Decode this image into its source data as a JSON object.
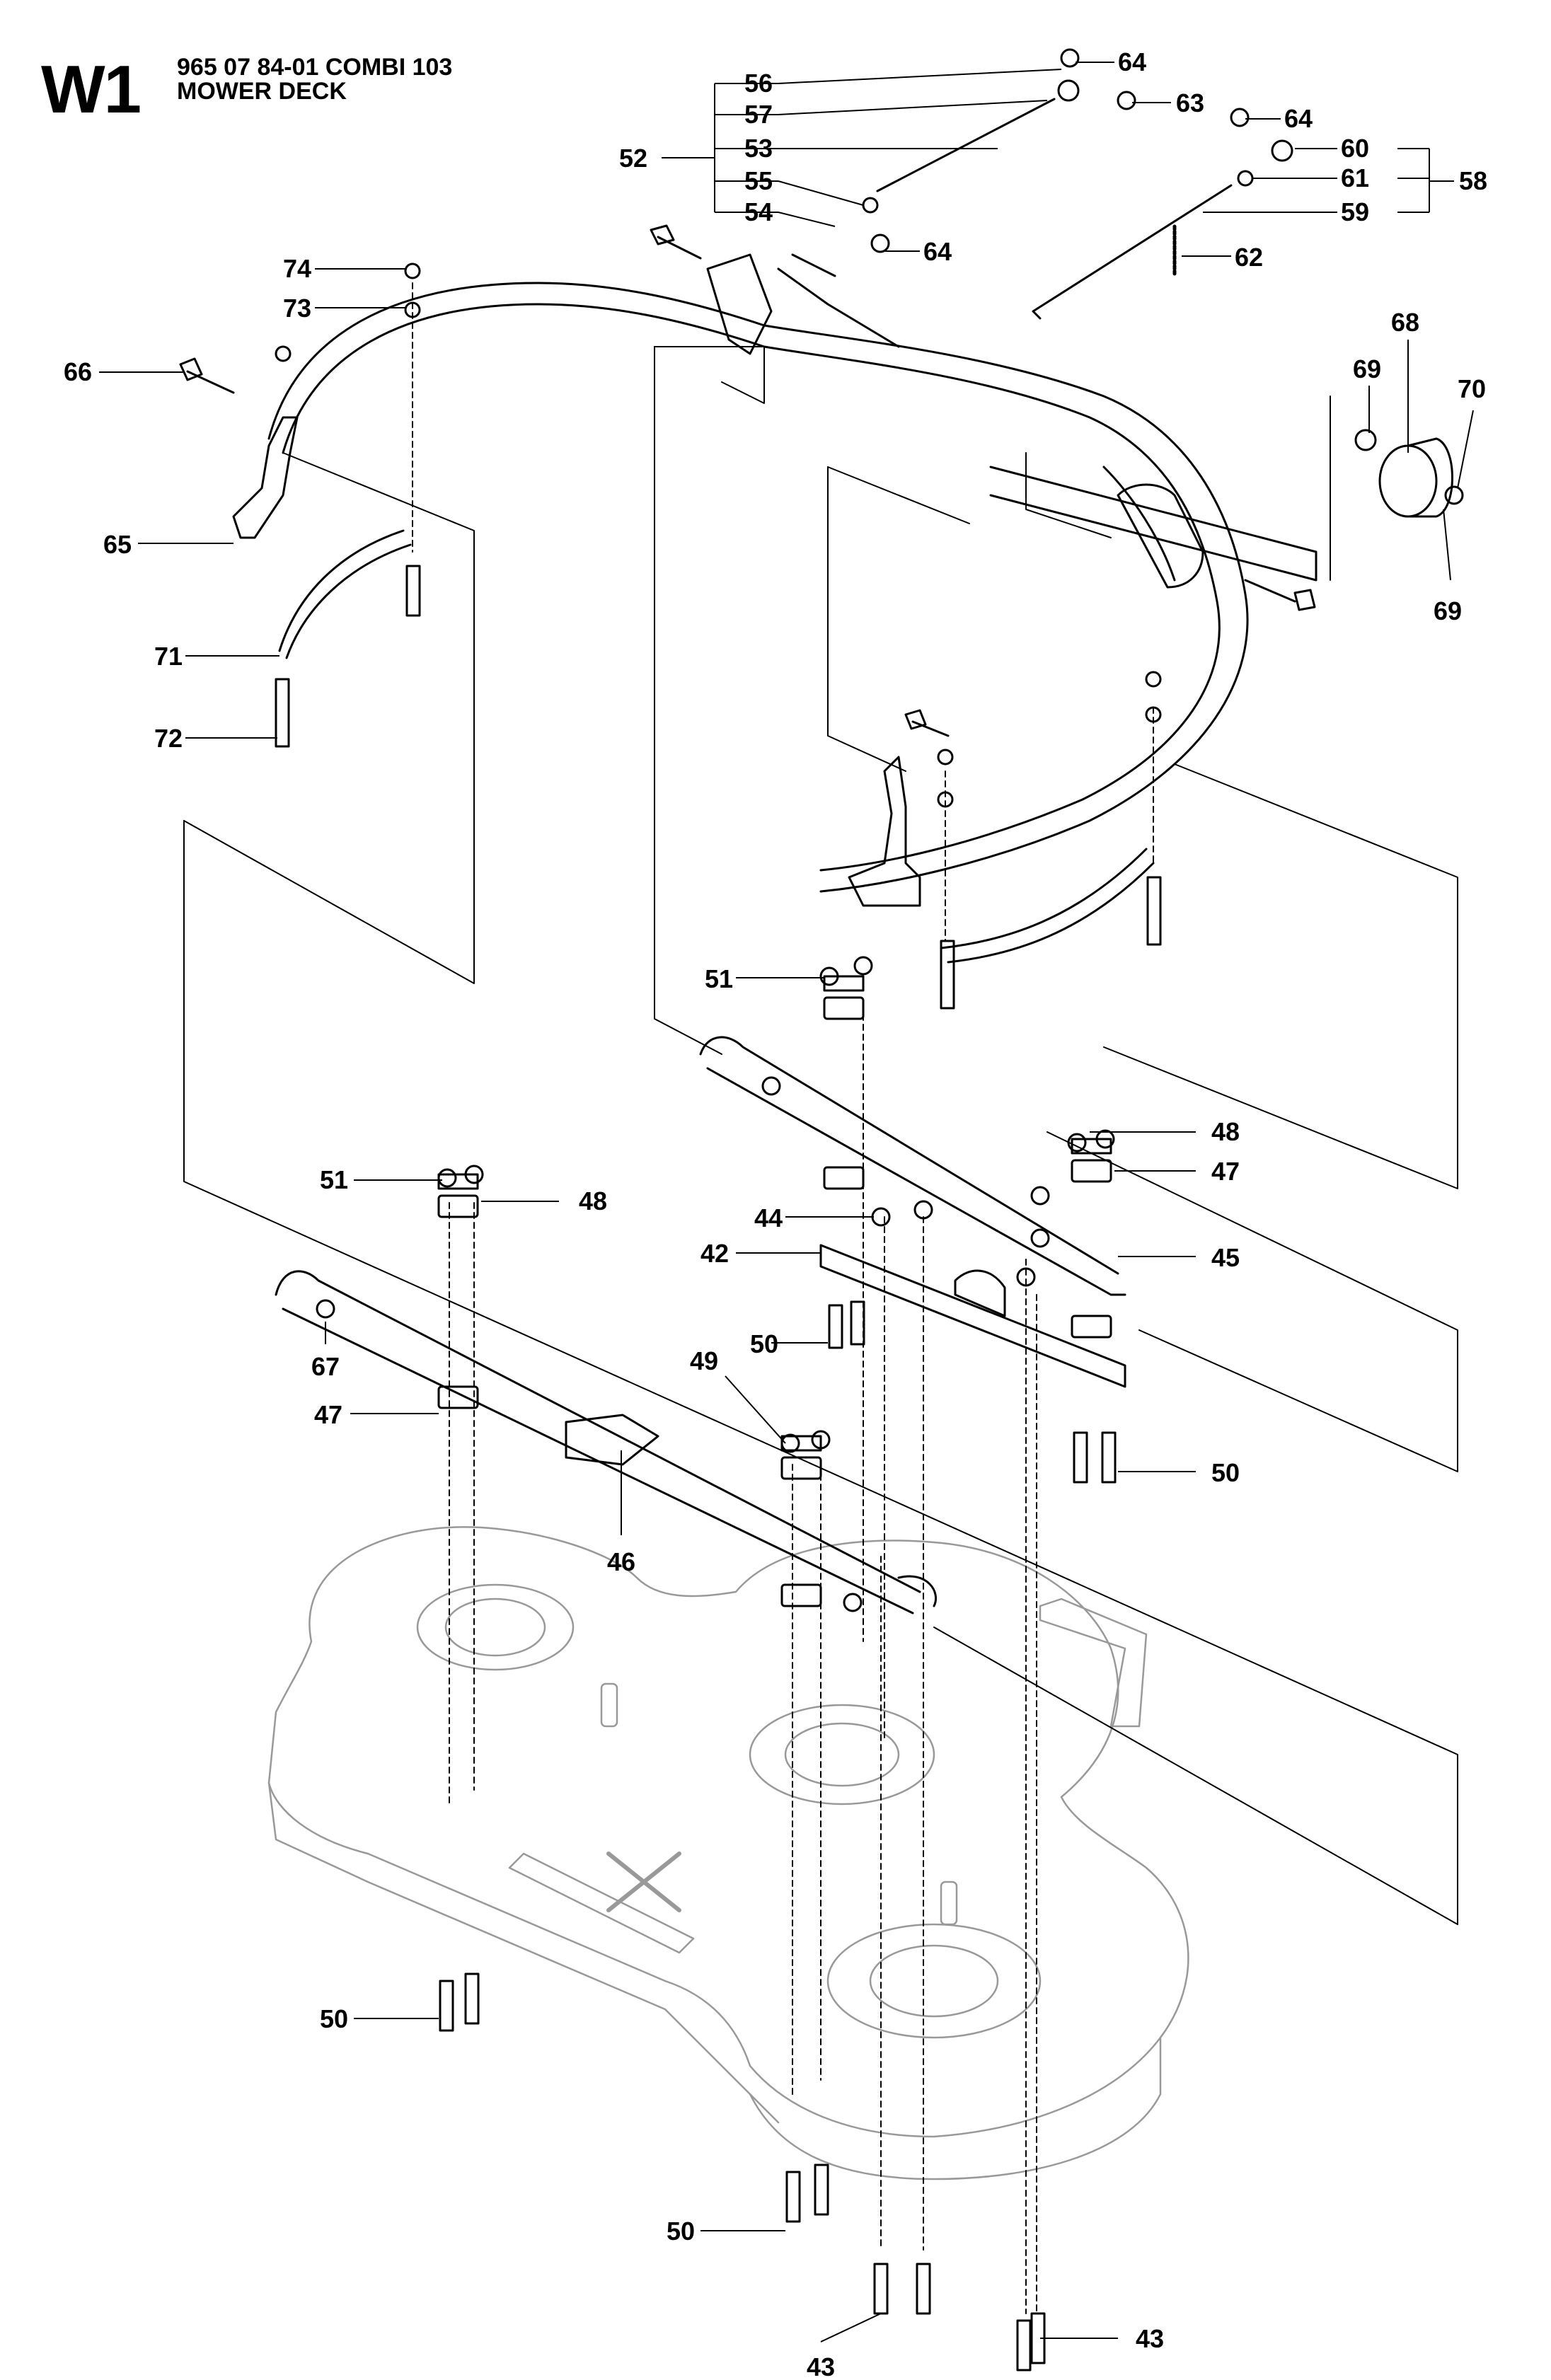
{
  "header": {
    "page_code": "W1",
    "part_line": "965 07 84-01 COMBI 103",
    "section_title": "MOWER DECK"
  },
  "callouts": [
    {
      "id": "c56",
      "label": "56"
    },
    {
      "id": "c57",
      "label": "57"
    },
    {
      "id": "c53",
      "label": "53"
    },
    {
      "id": "c55",
      "label": "55"
    },
    {
      "id": "c54",
      "label": "54"
    },
    {
      "id": "c52",
      "label": "52"
    },
    {
      "id": "c64a",
      "label": "64"
    },
    {
      "id": "c63",
      "label": "63"
    },
    {
      "id": "c64b",
      "label": "64"
    },
    {
      "id": "c64c",
      "label": "64"
    },
    {
      "id": "c60",
      "label": "60"
    },
    {
      "id": "c61",
      "label": "61"
    },
    {
      "id": "c59",
      "label": "59"
    },
    {
      "id": "c58",
      "label": "58"
    },
    {
      "id": "c62",
      "label": "62"
    },
    {
      "id": "c74",
      "label": "74"
    },
    {
      "id": "c73",
      "label": "73"
    },
    {
      "id": "c66",
      "label": "66"
    },
    {
      "id": "c65",
      "label": "65"
    },
    {
      "id": "c71",
      "label": "71"
    },
    {
      "id": "c72",
      "label": "72"
    },
    {
      "id": "c68",
      "label": "68"
    },
    {
      "id": "c69a",
      "label": "69"
    },
    {
      "id": "c70",
      "label": "70"
    },
    {
      "id": "c69b",
      "label": "69"
    },
    {
      "id": "c51a",
      "label": "51"
    },
    {
      "id": "c48a",
      "label": "48"
    },
    {
      "id": "c47a",
      "label": "47"
    },
    {
      "id": "c44",
      "label": "44"
    },
    {
      "id": "c42",
      "label": "42"
    },
    {
      "id": "c45",
      "label": "45"
    },
    {
      "id": "c50a",
      "label": "50"
    },
    {
      "id": "c51b",
      "label": "51"
    },
    {
      "id": "c48b",
      "label": "48"
    },
    {
      "id": "c67",
      "label": "67"
    },
    {
      "id": "c49",
      "label": "49"
    },
    {
      "id": "c47b",
      "label": "47"
    },
    {
      "id": "c46",
      "label": "46"
    },
    {
      "id": "c50b",
      "label": "50"
    },
    {
      "id": "c50c",
      "label": "50"
    },
    {
      "id": "c50d",
      "label": "50"
    },
    {
      "id": "c43a",
      "label": "43"
    },
    {
      "id": "c43b",
      "label": "43"
    }
  ]
}
